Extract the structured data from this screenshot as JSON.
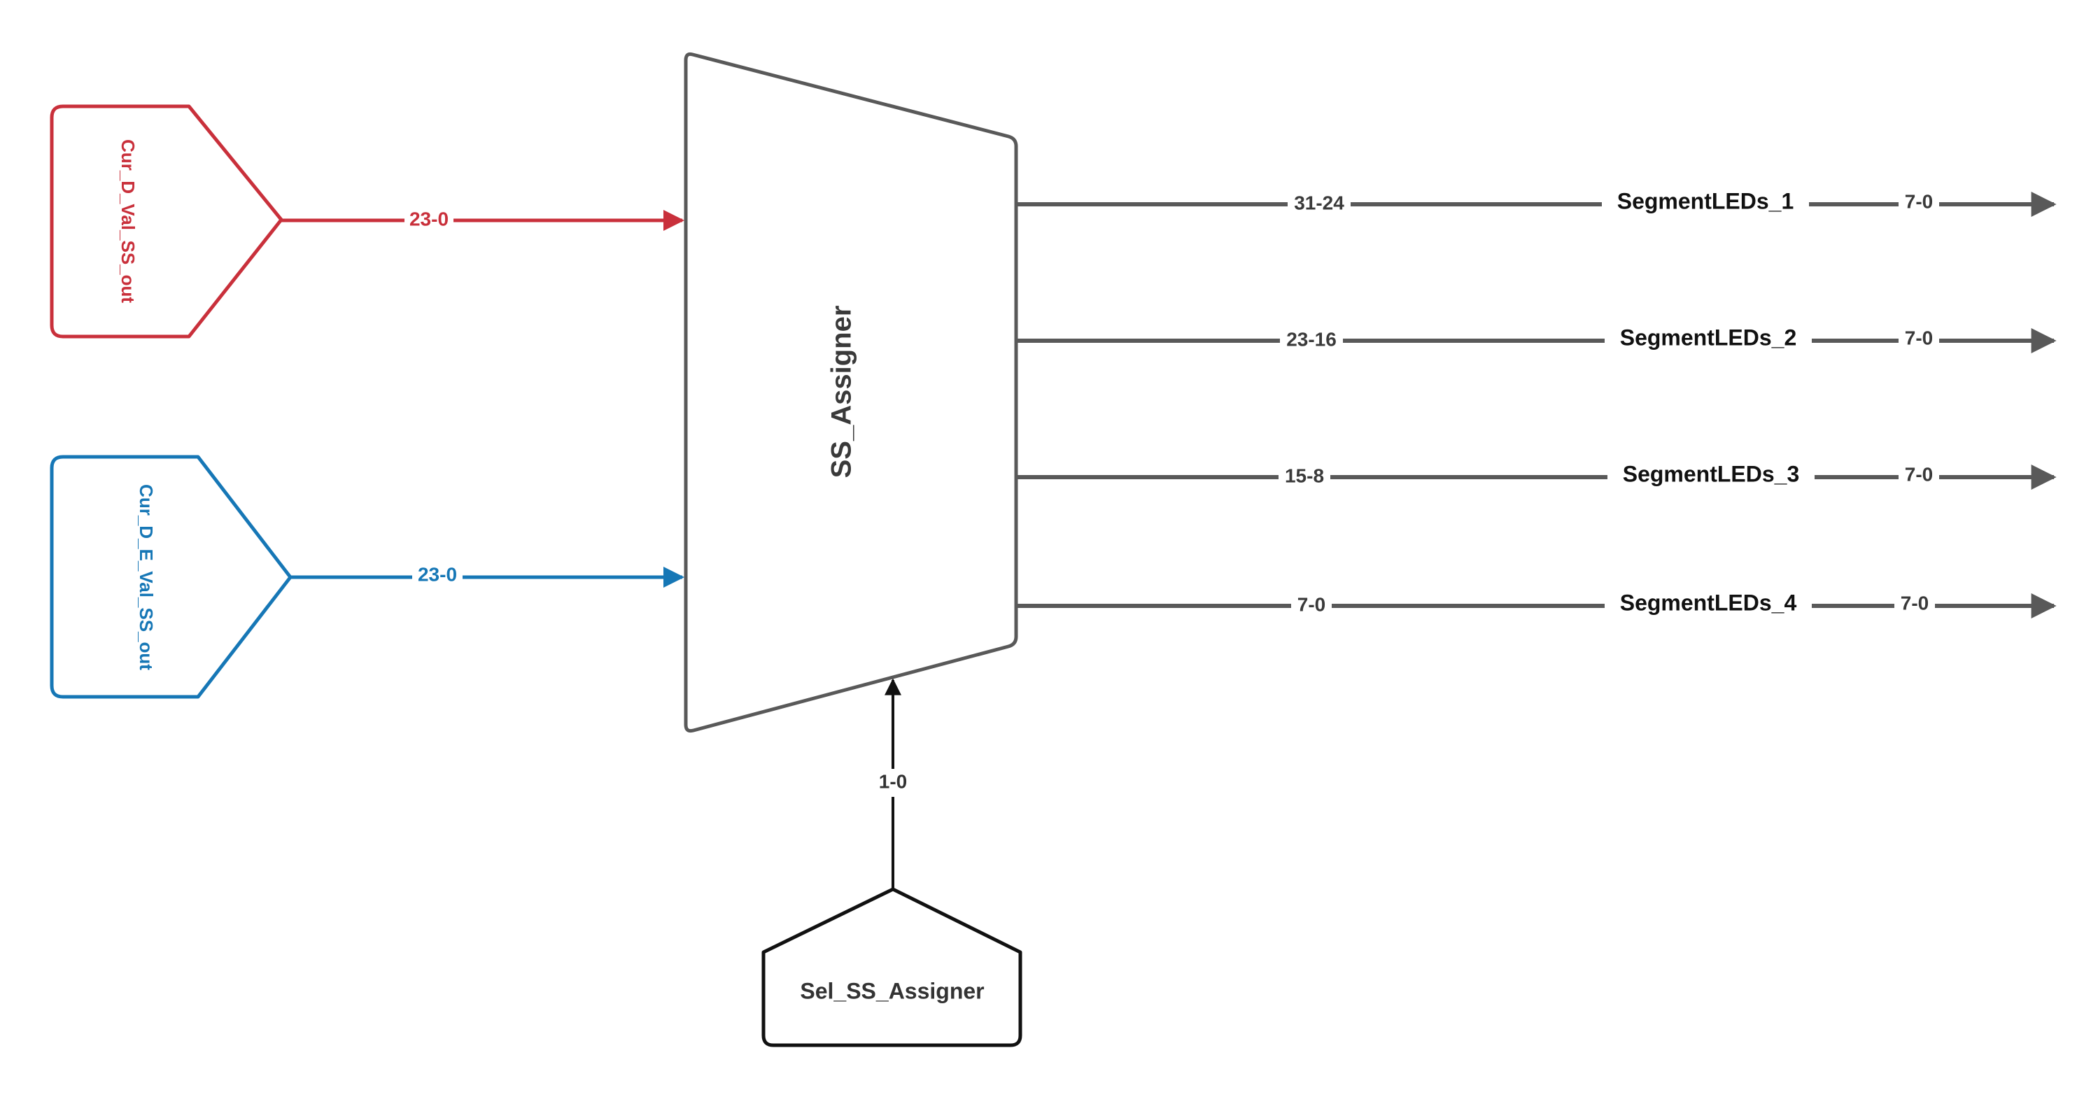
{
  "colors": {
    "red": "#C9303B",
    "blue": "#1677B6",
    "gray": "#595959",
    "black": "#111111"
  },
  "inputs": {
    "cur_d_val": {
      "label": "Cur_D_Val_SS_out",
      "bus": "23-0"
    },
    "cur_d_e_val": {
      "label": "Cur_D_E_Val_SS_out",
      "bus": "23-0"
    }
  },
  "mux": {
    "label": "SS_Assigner"
  },
  "select": {
    "label": "Sel_SS_Assigner",
    "bus": "1-0"
  },
  "outputs": [
    {
      "bits": "31-24",
      "name": "SegmentLEDs_1",
      "out_bits": "7-0"
    },
    {
      "bits": "23-16",
      "name": "SegmentLEDs_2",
      "out_bits": "7-0"
    },
    {
      "bits": "15-8",
      "name": "SegmentLEDs_3",
      "out_bits": "7-0"
    },
    {
      "bits": "7-0",
      "name": "SegmentLEDs_4",
      "out_bits": "7-0"
    }
  ]
}
